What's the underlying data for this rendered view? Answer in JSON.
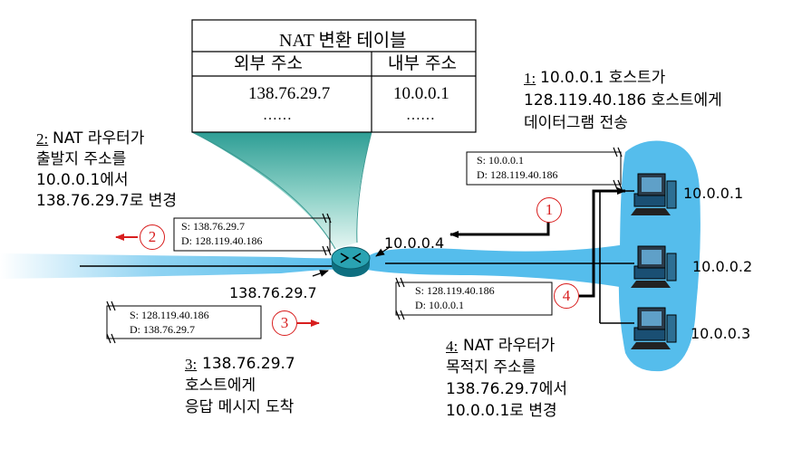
{
  "table": {
    "title": "NAT 변환 테이블",
    "col_wan": "외부 주소",
    "col_lan": "내부 주소",
    "row_wan": "138.76.29.7",
    "row_lan": "10.0.0.1",
    "dots_wan": "……",
    "dots_lan": "……"
  },
  "steps": {
    "s1": {
      "num": "1:",
      "lines": [
        "10.0.0.1 호스트가",
        "128.119.40.186 호스트에게",
        "데이터그램 전송"
      ]
    },
    "s2": {
      "num": "2:",
      "lines": [
        "NAT 라우터가",
        "출발지 주소를",
        "10.0.0.1에서",
        "138.76.29.7로 변경"
      ]
    },
    "s3": {
      "num": "3:",
      "lines": [
        "138.76.29.7",
        "호스트에게",
        "응답 메시지 도착"
      ]
    },
    "s4": {
      "num": "4:",
      "lines": [
        "NAT 라우터가",
        "목적지 주소를",
        "138.76.29.7에서",
        "10.0.0.1로 변경"
      ]
    }
  },
  "packets": {
    "p1": {
      "s": "S: 10.0.0.1",
      "d": "D: 128.119.40.186"
    },
    "p2": {
      "s": "S: 138.76.29.7",
      "d": "D: 128.119.40.186"
    },
    "p3": {
      "s": "S: 128.119.40.186",
      "d": "D: 138.76.29.7"
    },
    "p4": {
      "s": "S: 128.119.40.186",
      "d": "D: 10.0.0.1"
    }
  },
  "markers": [
    "1",
    "2",
    "3",
    "4"
  ],
  "addresses": {
    "router_lan": "10.0.0.4",
    "router_wan": "138.76.29.7",
    "host1": "10.0.0.1",
    "host2": "10.0.0.2",
    "host3": "10.0.0.3"
  },
  "colors": {
    "network": "#55bdec",
    "router": "#1f8a9a",
    "marker": "#d81e1e",
    "table_cone": "#6fbfb4"
  },
  "icons": [
    "router-icon",
    "host-computer-icon"
  ]
}
